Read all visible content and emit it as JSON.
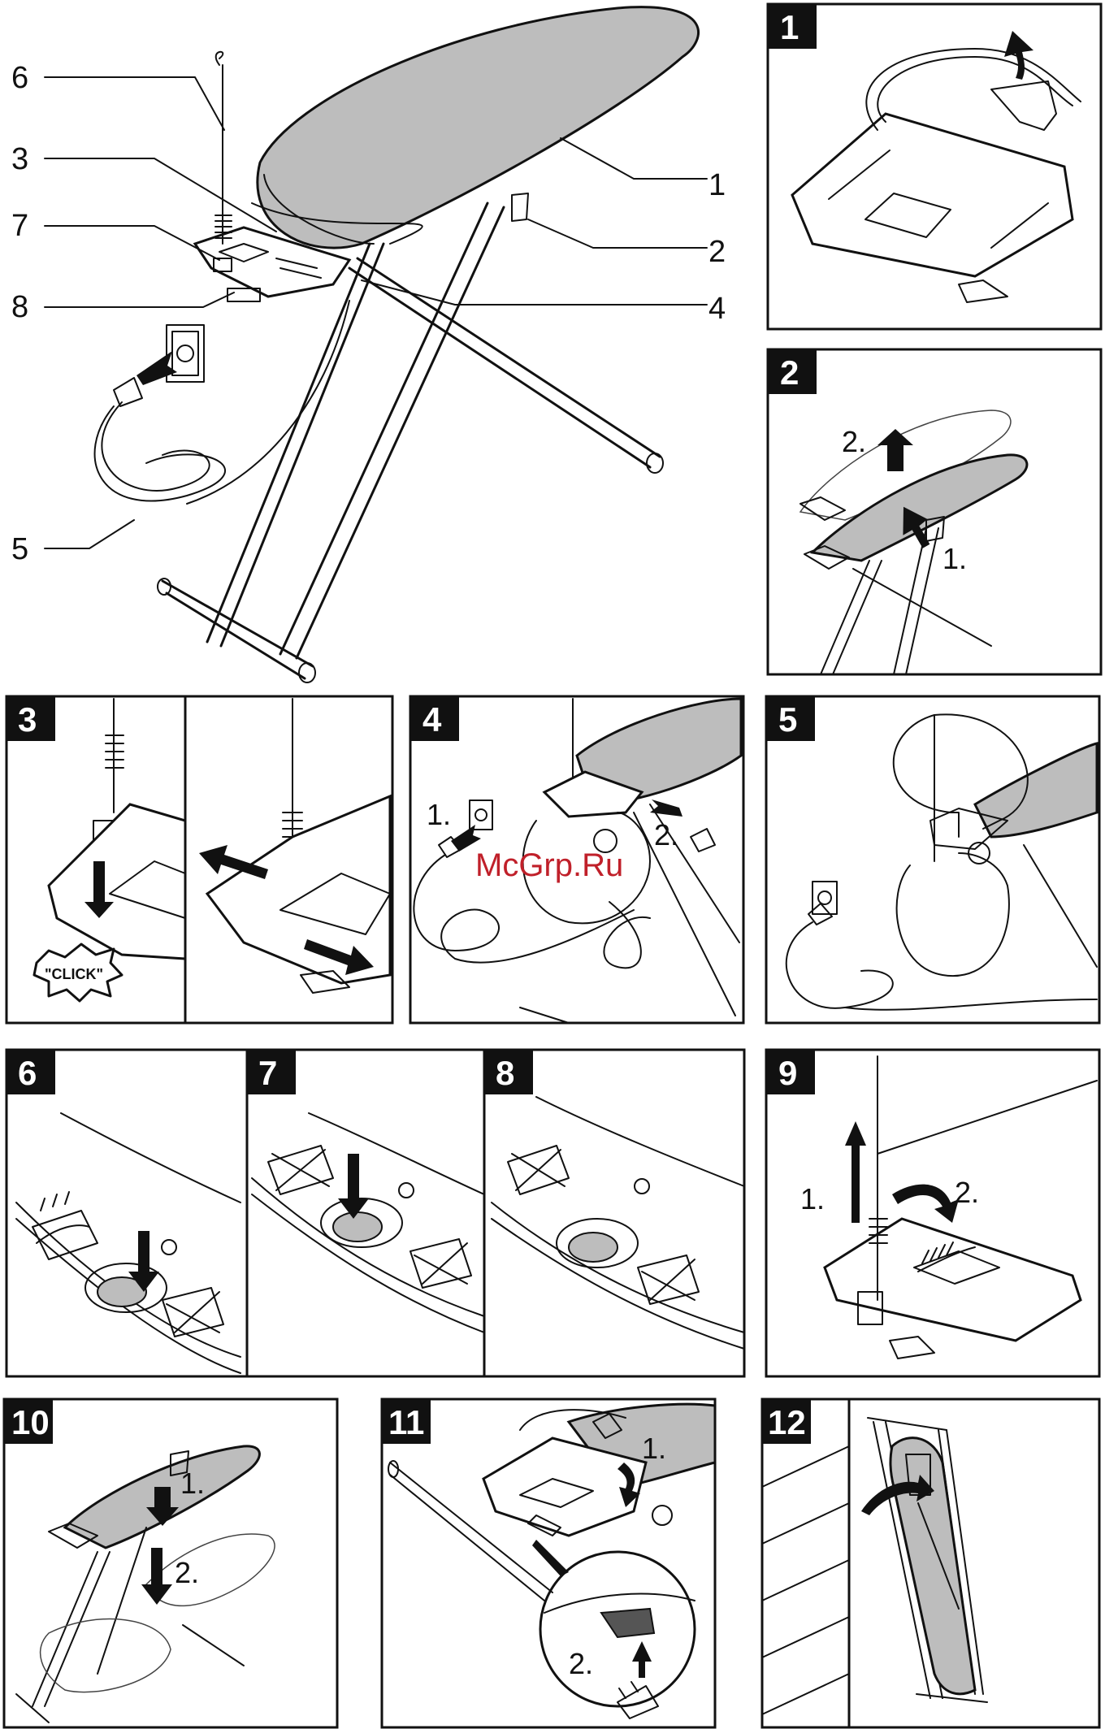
{
  "overview": {
    "callouts": [
      "6",
      "3",
      "7",
      "8",
      "5",
      "1",
      "2",
      "4"
    ]
  },
  "panels": [
    {
      "number": "1",
      "steps": []
    },
    {
      "number": "2",
      "steps": [
        "2.",
        "1."
      ]
    },
    {
      "number": "3",
      "steps": [],
      "click_text": "\"CLICK\""
    },
    {
      "number": "4",
      "steps": [
        "1.",
        "2."
      ]
    },
    {
      "number": "5",
      "steps": []
    },
    {
      "number": "6",
      "steps": []
    },
    {
      "number": "7",
      "steps": []
    },
    {
      "number": "8",
      "steps": []
    },
    {
      "number": "9",
      "steps": [
        "1.",
        "2."
      ]
    },
    {
      "number": "10",
      "steps": [
        "1.",
        "2."
      ]
    },
    {
      "number": "11",
      "steps": [
        "1.",
        "2."
      ]
    },
    {
      "number": "12",
      "steps": []
    }
  ],
  "watermark": "McGrp.Ru",
  "colors": {
    "board_fill": "#bdbdbd",
    "badge": "#111111",
    "watermark": "#c0202a"
  }
}
